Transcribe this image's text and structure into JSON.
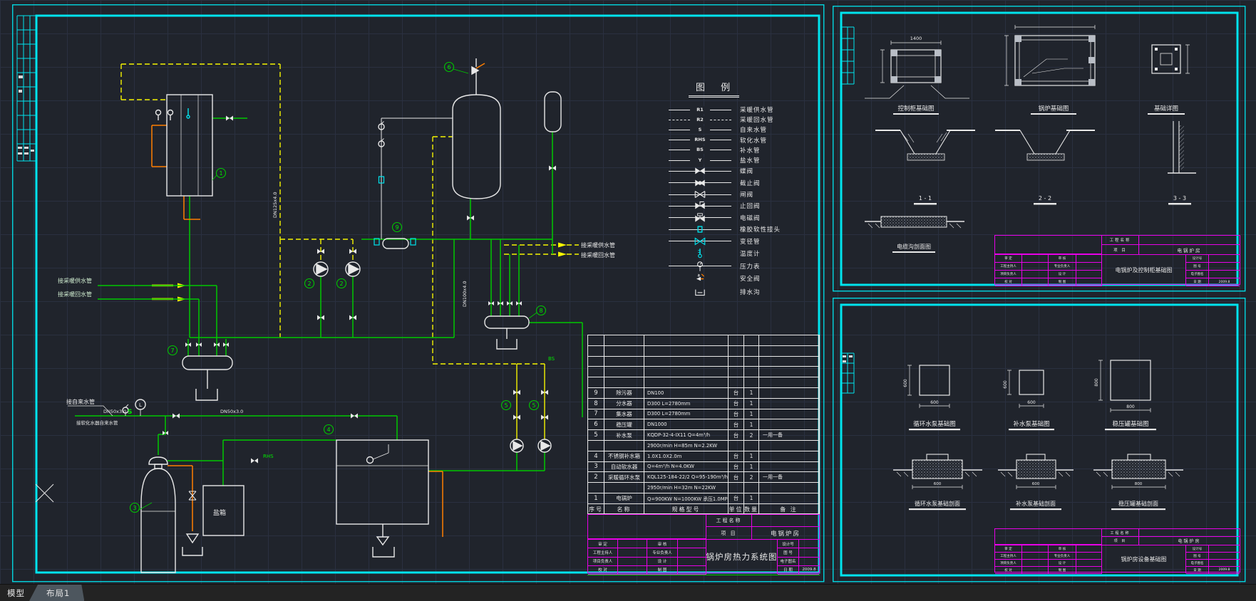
{
  "window": {
    "status_tabs": [
      {
        "label": "模型",
        "active": false
      },
      {
        "label": "布局1",
        "active": true
      }
    ]
  },
  "sheet1": {
    "legend": {
      "title": "图  例",
      "rows": [
        {
          "type": "line",
          "sym": "solid",
          "code": "R1",
          "label": "采暖供水管"
        },
        {
          "type": "line",
          "sym": "dashed",
          "code": "R2",
          "label": "采暖回水管"
        },
        {
          "type": "line",
          "sym": "solid",
          "code": "S",
          "label": "自来水管"
        },
        {
          "type": "line",
          "sym": "solid",
          "code": "RHS",
          "label": "软化水管"
        },
        {
          "type": "line",
          "sym": "solid",
          "code": "BS",
          "label": "补水管"
        },
        {
          "type": "line",
          "sym": "solid",
          "code": "Y",
          "label": "盐水管"
        },
        {
          "type": "sym",
          "sym": "valve",
          "label": "蝶阀"
        },
        {
          "type": "sym",
          "sym": "globe",
          "label": "截止阀"
        },
        {
          "type": "sym",
          "sym": "gate",
          "label": "闸阀"
        },
        {
          "type": "sym",
          "sym": "check",
          "label": "止回阀"
        },
        {
          "type": "sym",
          "sym": "solenoid",
          "label": "电磁阀"
        },
        {
          "type": "sym",
          "sym": "flex",
          "label": "橡胶软性接头"
        },
        {
          "type": "sym",
          "sym": "reducer",
          "label": "变径管"
        },
        {
          "type": "symnl",
          "sym": "thermo",
          "label": "温度计"
        },
        {
          "type": "sym",
          "sym": "gauge",
          "label": "压力表"
        },
        {
          "type": "symnl",
          "sym": "safety",
          "label": "安全阀"
        },
        {
          "type": "symnl",
          "sym": "drain",
          "label": "排水沟"
        }
      ]
    },
    "bom": {
      "headers": [
        "序号",
        "名称",
        "规格型号",
        "单位",
        "数量",
        "备 注"
      ],
      "rows": [
        [
          "",
          "",
          "",
          "",
          "",
          ""
        ],
        [
          "",
          "",
          "",
          "",
          "",
          ""
        ],
        [
          "",
          "",
          "",
          "",
          "",
          ""
        ],
        [
          "",
          "",
          "",
          "",
          "",
          ""
        ],
        [
          "",
          "",
          "",
          "",
          "",
          ""
        ],
        [
          "9",
          "除污器",
          "DN100",
          "台",
          "1",
          ""
        ],
        [
          "8",
          "分水器",
          "D300  L=2780mm",
          "台",
          "1",
          ""
        ],
        [
          "7",
          "集水器",
          "D300  L=2780mm",
          "台",
          "1",
          ""
        ],
        [
          "6",
          "稳压罐",
          "DN1000",
          "台",
          "1",
          ""
        ],
        [
          "5",
          "补水泵",
          "KQDP-32-4-IX11    Q=4m³/h",
          "台",
          "2",
          "一用一备"
        ],
        [
          "",
          "",
          "2900r/min   H=85m   N=2.2KW",
          "",
          "",
          ""
        ],
        [
          "4",
          "不锈钢补水箱",
          "1.0X1.0X2.0m",
          "台",
          "1",
          ""
        ],
        [
          "3",
          "自动软水器",
          "Q=4m³/h   N=4.0KW",
          "台",
          "1",
          ""
        ],
        [
          "2",
          "采暖循环水泵",
          "KQL125-184-22/2   Q=95-190m³/h",
          "台",
          "2",
          "一用一备"
        ],
        [
          "",
          "",
          "2950r/min   H=32m   N=22KW",
          "",
          "",
          ""
        ],
        [
          "1",
          "电锅炉",
          "Q=900KW  N=1000KW  承压1.0MPa",
          "台",
          "1",
          ""
        ]
      ]
    },
    "title_block": {
      "project_label": "工程名称",
      "project_value": "",
      "item_label": "项  目",
      "item_value": "电锅炉房",
      "drawing_title": "锅炉房热力系统图",
      "sign_rows": [
        [
          "审 定",
          "审 核"
        ],
        [
          "工程主持人",
          "专业负责人"
        ],
        [
          "项目负责人",
          "设 计"
        ],
        [
          "校 对",
          "制 图"
        ]
      ],
      "right_rows": [
        {
          "label": "设计号",
          "value": ""
        },
        {
          "label": "图 号",
          "value": ""
        },
        {
          "label": "电子图名",
          "value": ""
        },
        {
          "label": "日 期",
          "value": "2009.8"
        }
      ]
    },
    "diagram": {
      "labels": {
        "supply_left": "接采暖供水管",
        "return_left": "接采暖回水管",
        "tap": "接自来水管",
        "tap2": "接软化水器自来水管",
        "supply_right": "接采暖供水管",
        "return_right": "接采暖回水管",
        "salt_tank": "盐箱",
        "dn50a": "DN50x3.0",
        "dn50b": "DN50x3.0",
        "dn125": "DN125x4.0",
        "dn100": "DN100x4.0",
        "s_code": "S",
        "rhs_code": "RHS",
        "bs_code": "BS",
        "gauge_l": "L"
      },
      "balloons": [
        "1",
        "2",
        "2",
        "3",
        "4",
        "5",
        "5",
        "6",
        "7",
        "8",
        "9"
      ]
    }
  },
  "sheet2": {
    "plans": [
      {
        "label": "控制柜基础图",
        "dim": "1400"
      },
      {
        "label": "锅炉基础图",
        "dim": ""
      },
      {
        "label": "基础详图",
        "dim": ""
      }
    ],
    "sections": [
      "1 - 1",
      "2 - 2",
      "3 - 3"
    ],
    "extra": "电缆沟剖面图",
    "title_block": {
      "project_label": "工程名称",
      "project_value": "",
      "item_label": "项  目",
      "item_value": "电锅炉房",
      "drawing_title": "电锅炉及控制柜基础图",
      "sign_rows": [
        [
          "审 定",
          "审 核"
        ],
        [
          "工程主持人",
          "专业负责人"
        ],
        [
          "项目负责人",
          "设 计"
        ],
        [
          "校 对",
          "制 图"
        ]
      ],
      "right_rows": [
        {
          "label": "设计号",
          "value": ""
        },
        {
          "label": "图 号",
          "value": ""
        },
        {
          "label": "电子图名",
          "value": ""
        },
        {
          "label": "日 期",
          "value": "2009.8"
        }
      ]
    }
  },
  "sheet3": {
    "plans": [
      {
        "label": "循环水泵基础图",
        "dim_w": "600",
        "dim_h": "600"
      },
      {
        "label": "补水泵基础图",
        "dim_w": "600",
        "dim_h": "600"
      },
      {
        "label": "稳压罐基础图",
        "dim_w": "800",
        "dim_h": "800"
      }
    ],
    "sections": [
      {
        "label": "循环水泵基础剖面",
        "dim": "600"
      },
      {
        "label": "补水泵基础剖面",
        "dim": "600"
      },
      {
        "label": "稳压罐基础剖面",
        "dim": "800"
      }
    ],
    "title_block": {
      "project_label": "工程名称",
      "project_value": "",
      "item_label": "项  目",
      "item_value": "电锅炉房",
      "drawing_title": "锅炉房设备基础图",
      "sign_rows": [
        [
          "审 定",
          "审 核"
        ],
        [
          "工程主持人",
          "专业负责人"
        ],
        [
          "项目负责人",
          "设 计"
        ],
        [
          "校 对",
          "制 图"
        ]
      ],
      "right_rows": [
        {
          "label": "设计号",
          "value": ""
        },
        {
          "label": "图 号",
          "value": ""
        },
        {
          "label": "电子图名",
          "value": ""
        },
        {
          "label": "日 期",
          "value": "2009.8"
        }
      ]
    }
  }
}
